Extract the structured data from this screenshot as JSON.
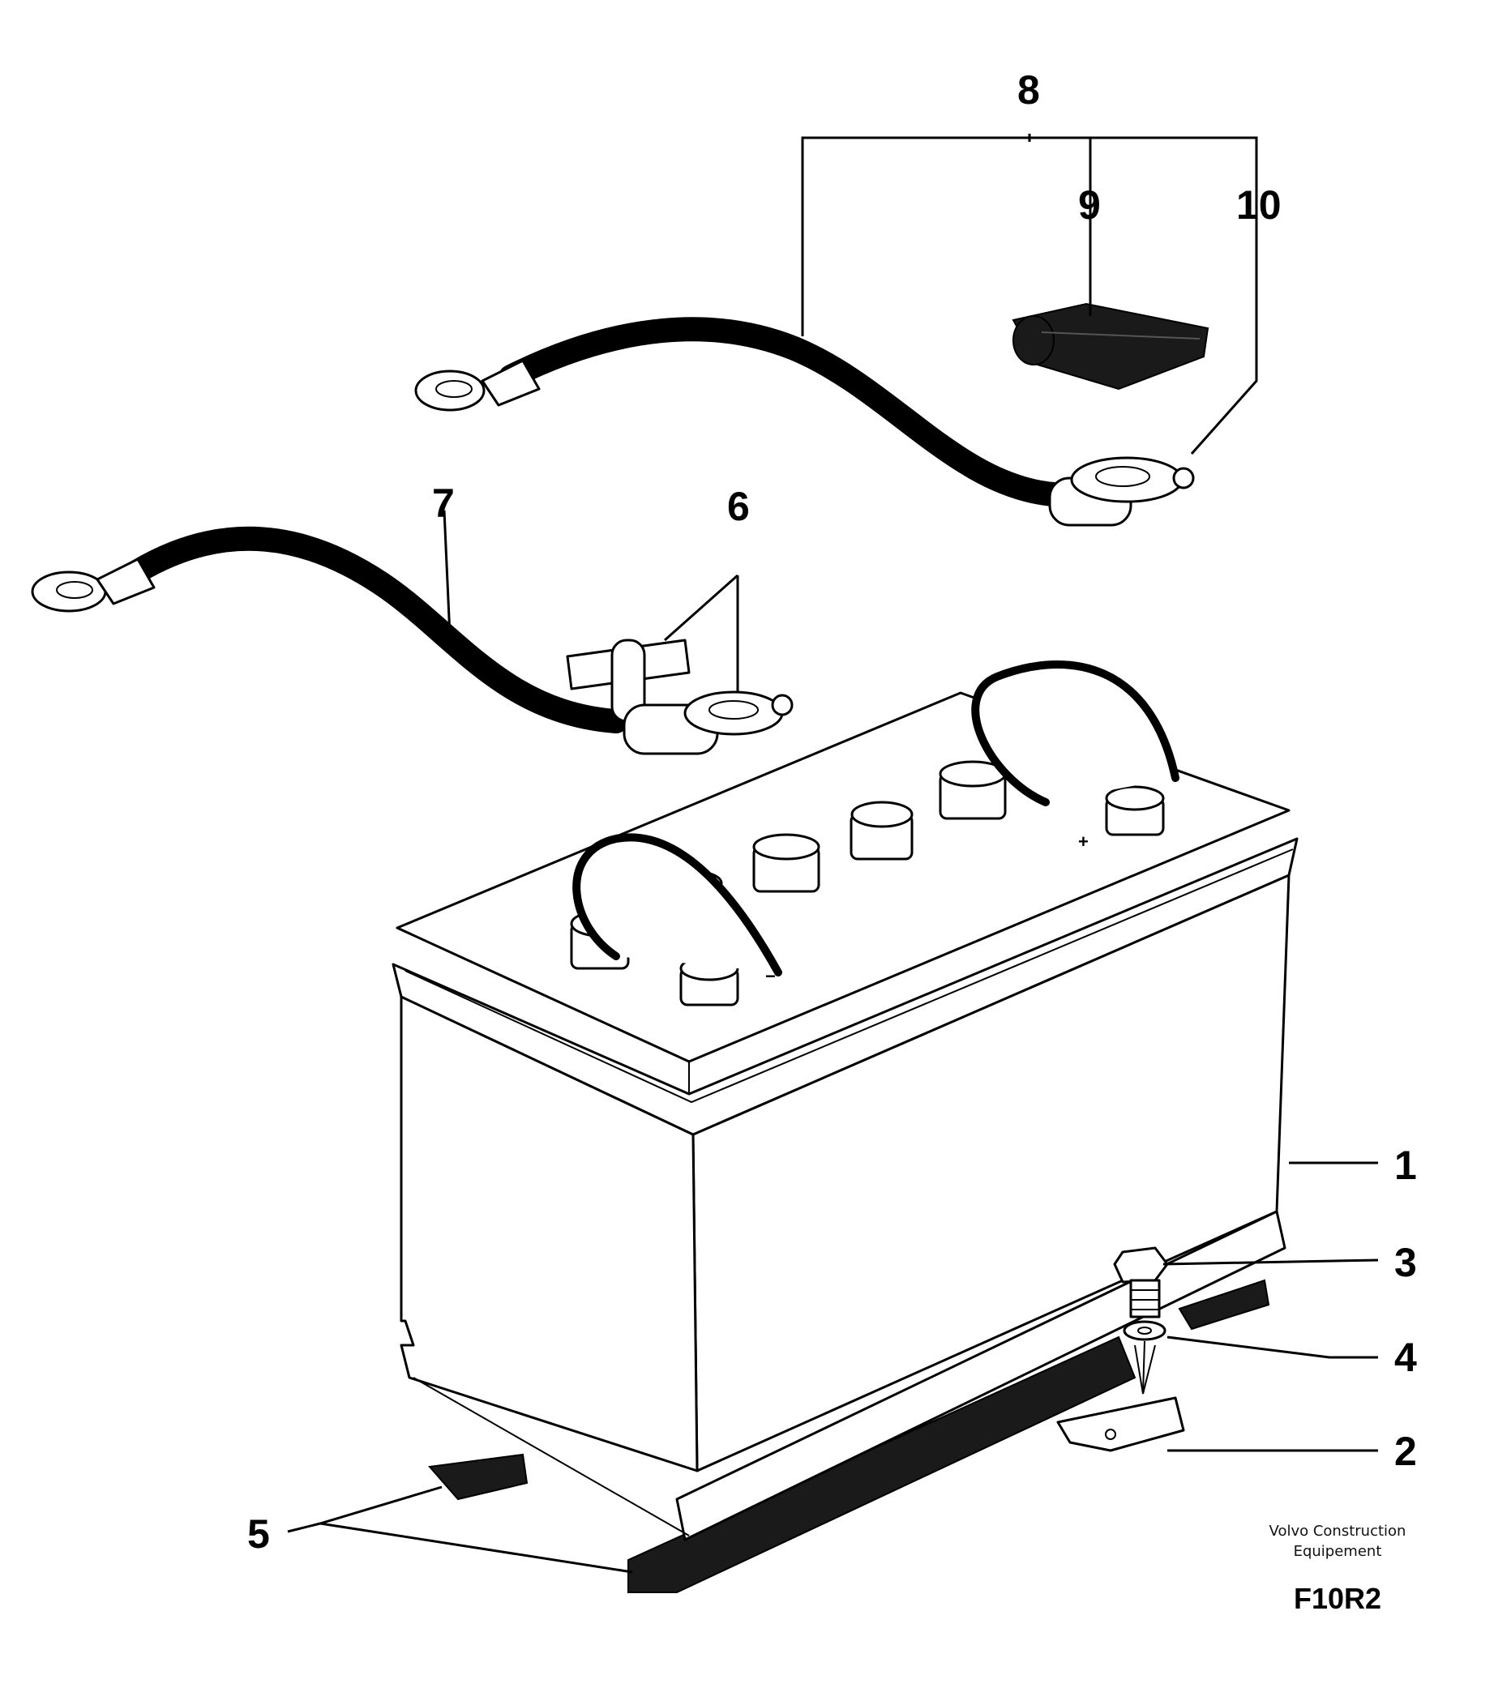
{
  "callouts": {
    "battery": "1",
    "bracket": "2",
    "bolt": "3",
    "washer": "4",
    "pads": "5",
    "terminal_clamp": "6",
    "negative_cable": "7",
    "positive_cable_set": "8",
    "terminal_cover": "9",
    "positive_clamp": "10"
  },
  "credit": {
    "line1": "Volvo Construction",
    "line2": "Equipement"
  },
  "figure_code": "F10R2"
}
